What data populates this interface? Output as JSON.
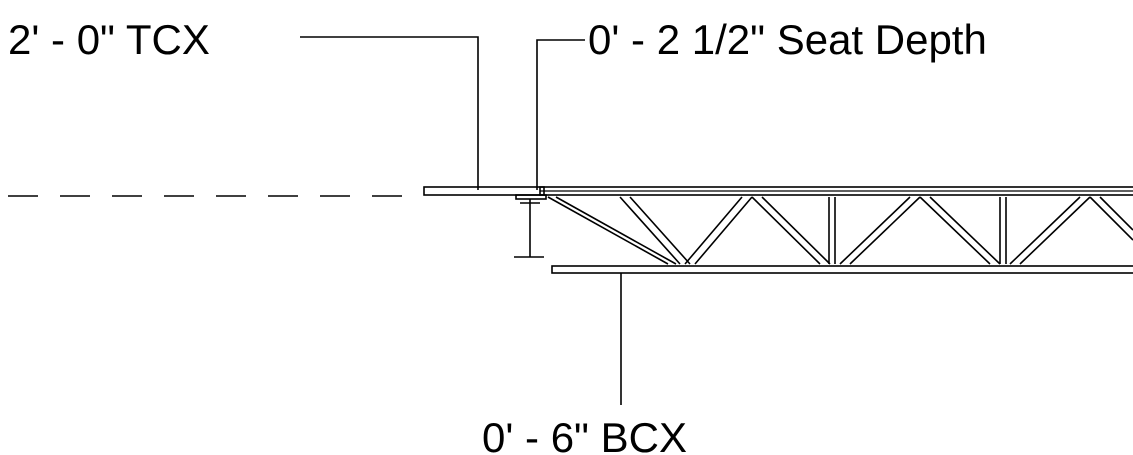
{
  "annotations": {
    "tcx": "2' - 0\" TCX",
    "seat_depth": "0' - 2 1/2\" Seat Depth",
    "bcx": "0' - 6\" BCX"
  }
}
